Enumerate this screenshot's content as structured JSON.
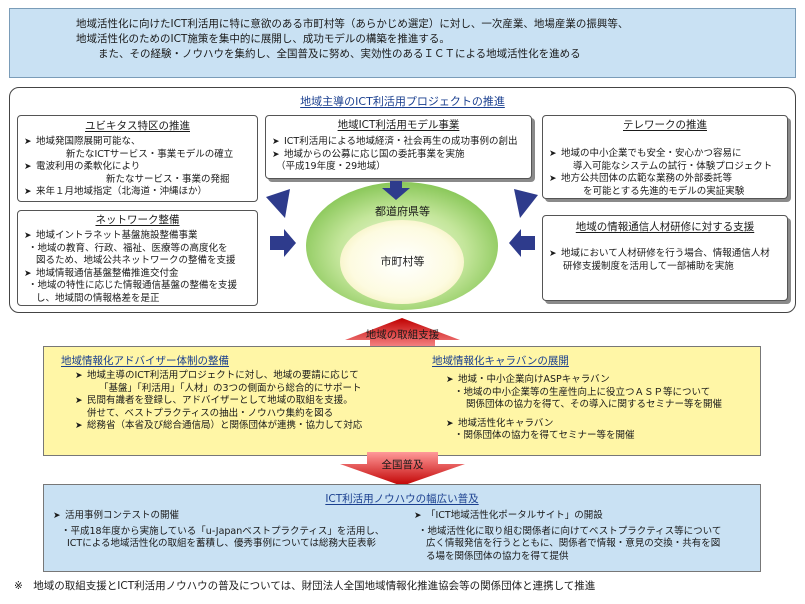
{
  "top_text": {
    "line1": "地域活性化に向けたICT利活用に特に意欲のある市町村等（あらかじめ選定）に対し、一次産業、地場産業の振興等、",
    "line2": "地域活性化のためのICT施策を集中的に展開し、成功モデルの構築を推進する。",
    "line3": "また、その経験・ノウハウを集約し、全国普及に努め、実効性のあるＩＣＴによる地域活性化を進める"
  },
  "project": {
    "title": "地域主導のICT利活用プロジェクトの推進",
    "ubiquitous": {
      "title": "ユビキタス特区の推進",
      "items": [
        "地域発国際展開可能な、",
        "新たなICTサービス・事業モデルの確立",
        "電波利用の柔軟化により",
        "新たなサービス・事業の発掘",
        "来年１月地域指定（北海道・沖縄ほか）"
      ]
    },
    "model": {
      "title": "地域ICT利活用モデル事業",
      "items": [
        "ICT利活用による地域経済・社会再生の成功事例の創出",
        "地域からの公募に応じ国の委託事業を実施",
        "（平成19年度・29地域）"
      ]
    },
    "telework": {
      "title": "テレワークの推進",
      "items": [
        "地域の中小企業でも安全・安心かつ容易に",
        "導入可能なシステムの試行・体験プロジェクト",
        "地方公共団体の広範な業務の外部委託等",
        "を可能とする先進的モデルの実証実験"
      ]
    },
    "network": {
      "title": "ネットワーク整備",
      "items": [
        "地域イントラネット基盤施設整備事業",
        "・地域の教育、行政、福祉、医療等の高度化を",
        "図るため、地域公共ネットワークの整備を支援",
        "地域情報通信基盤整備推進交付金",
        "・地域の特性に応じた情報通信基盤の整備を支援",
        "し、地域間の情報格差を是正"
      ]
    },
    "hr": {
      "title": "地域の情報通信人材研修に対する支援",
      "items": [
        "地域において人材研修を行う場合、情報通信人材",
        "研修支援制度を活用して一部補助を実施"
      ]
    },
    "center": {
      "outer": "都道府県等",
      "inner": "市町村等"
    }
  },
  "arrows": {
    "support": "地域の取組支援",
    "spread": "全国普及"
  },
  "advisor": {
    "title": "地域情報化アドバイザー体制の整備",
    "items": [
      "地域主導のICT利活用プロジェクトに対し、地域の要請に応じて",
      "「基盤」「利活用」「人材」の3つの側面から総合的にサポート",
      "民間有識者を登録し、アドバイザーとして地域の取組を支援。",
      "併せて、ベストプラクティスの抽出・ノウハウ集約を図る",
      "総務省（本省及び総合通信局）と関係団体が連携・協力して対応"
    ]
  },
  "caravan": {
    "title": "地域情報化キャラバンの展開",
    "items": [
      "地域・中小企業向けASPキャラバン",
      "・地域の中小企業等の生産性向上に役立つＡＳＰ等について",
      "関係団体の協力を得て、その導入に関するセミナー等を開催",
      "地域活性化キャラバン",
      "・関係団体の協力を得てセミナー等を開催"
    ]
  },
  "knowhow": {
    "title": "ICT利活用ノウハウの幅広い普及",
    "left_items": [
      "活用事例コンテストの開催",
      "・平成18年度から実施している「u-Japanベストプラクティス」を活用し、",
      "ICTによる地域活性化の取組を蓄積し、優秀事例については総務大臣表彰"
    ],
    "right_items": [
      "「ICT地域活性化ポータルサイト」の開設",
      "・地域活性化に取り組む関係者に向けてベストプラクティス等について",
      "広く情報発信を行うとともに、関係者で情報・意見の交換・共有を図",
      "る場を関係団体の協力を得て提供"
    ]
  },
  "footnote": "※　地域の取組支援とICT利活用ノウハウの普及については、財団法人全国地域情報化推進協会等の関係団体と連携して推進",
  "colors": {
    "light_blue": "#c9e1f3",
    "yellow": "#fff6a6",
    "green": "#9fd36f",
    "red_arrow": "#d81010",
    "blue_arrow": "#2e3b8c",
    "title_blue": "#1a3f8f"
  }
}
